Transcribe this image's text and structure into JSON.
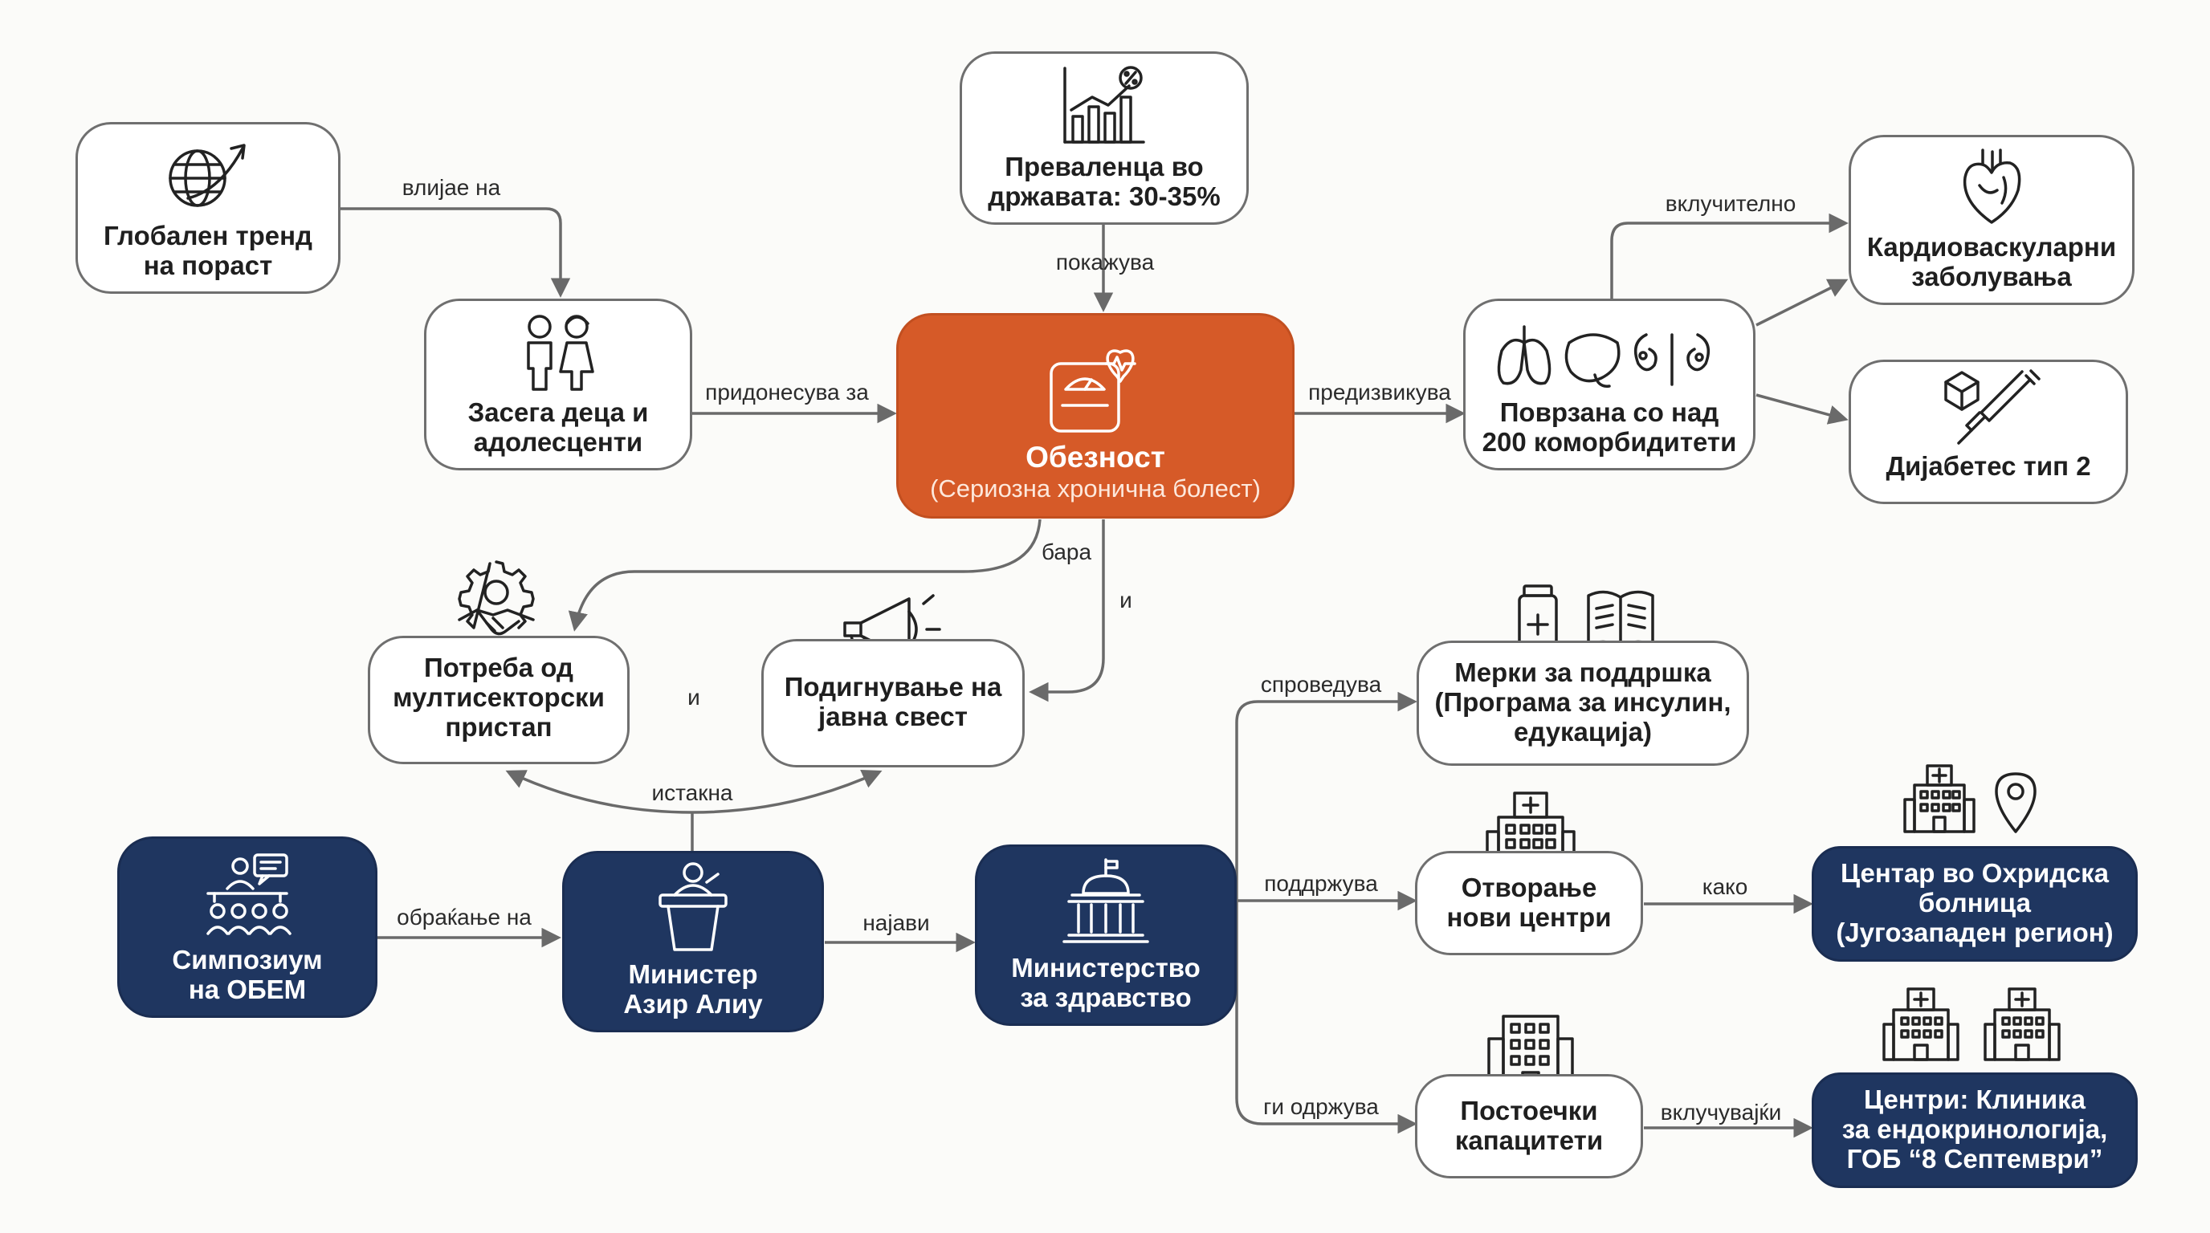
{
  "colors": {
    "dark_node": "#1f3660",
    "central_node": "#d65a28",
    "light_node": "#ffffff",
    "connector": "#6a6a6a"
  },
  "nodes": {
    "global_trend": {
      "label": "Глобален тренд\nна пораст",
      "icon": "globe-growth-icon"
    },
    "prevalence": {
      "label": "Преваленца во\nдржавата: 30-35%",
      "icon": "bar-chart-percent-icon"
    },
    "children": {
      "label": "Засега деца и\nадолесценти",
      "icon": "children-icon"
    },
    "obesity": {
      "label": "Обезност",
      "sublabel": "(Сериозна хронична болест)",
      "icon": "scale-heart-icon"
    },
    "comorbidities": {
      "label": "Поврзана со над\n200 коморбидитети",
      "icon": "organs-icon"
    },
    "cardio": {
      "label": "Кардиоваскуларни\nзаболувања",
      "icon": "heart-icon"
    },
    "diabetes": {
      "label": "Дијабетес тип 2",
      "icon": "insulin-syringe-icon"
    },
    "multisector": {
      "label": "Потреба од\nмултисекторски\nпристап",
      "icon": "gear-handshake-icon"
    },
    "awareness": {
      "label": "Подигнување на\nјавна свест",
      "icon": "megaphone-icon"
    },
    "symposium": {
      "label": "Симпозиум\nна ОБЕМ",
      "icon": "audience-icon"
    },
    "minister": {
      "label": "Министер\nАзир Алиу",
      "icon": "speaker-podium-icon"
    },
    "ministry": {
      "label": "Министерство\nза здравство",
      "icon": "government-building-icon"
    },
    "support": {
      "label": "Мерки за поддршка\n(Програма за инсулин,\nедукација)",
      "icon": "medicine-book-icon"
    },
    "new_centers": {
      "label": "Отворање\nнови центри",
      "icon": "hospital-icon"
    },
    "existing": {
      "label": "Постоечки\nкапацитети",
      "icon": "building-icon"
    },
    "ohrid": {
      "label": "Центар во Охридска\nболница\n(Југозападен регион)",
      "icon": "hospital-location-icon"
    },
    "clinics": {
      "label": "Центри: Клиника\nза ендокринологија,\nГОБ “8 Септември”",
      "icon": "hospitals-icon"
    }
  },
  "edges": {
    "influences": "влијае на",
    "shows": "покажува",
    "contributes": "придонесува за",
    "causes": "предизвикува",
    "including": "вклучително",
    "requires": "бара",
    "and_1": "и",
    "and_2": "и",
    "highlighted": "истакна",
    "addresses": "обраќање на",
    "announced": "најави",
    "implements": "спроведува",
    "supports": "поддржува",
    "how": "како",
    "maintains": "ги одржува",
    "including_2": "вклучувајќи"
  }
}
